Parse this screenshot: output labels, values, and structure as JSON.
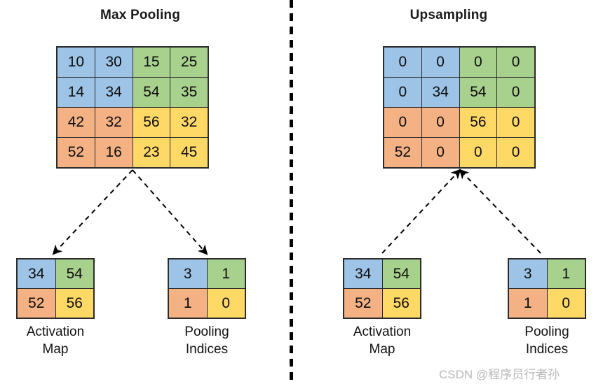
{
  "panels": {
    "left": {
      "title": "Max Pooling"
    },
    "right": {
      "title": "Upsampling"
    }
  },
  "colors": {
    "blue": "#9DC3E6",
    "green": "#A9D18E",
    "orange": "#F4B183",
    "yellow": "#FFD966",
    "border": "#2B2B2B",
    "text": "#0D0D0D",
    "watermark": "#B9B9B9"
  },
  "matrices": {
    "pool_input": {
      "rows": 4,
      "cols": 4,
      "values": [
        [
          "10",
          "30",
          "15",
          "25"
        ],
        [
          "14",
          "34",
          "54",
          "35"
        ],
        [
          "42",
          "32",
          "56",
          "32"
        ],
        [
          "52",
          "16",
          "23",
          "45"
        ]
      ],
      "quadrant_colors": [
        [
          "blue",
          "blue",
          "green",
          "green"
        ],
        [
          "blue",
          "blue",
          "green",
          "green"
        ],
        [
          "orange",
          "orange",
          "yellow",
          "yellow"
        ],
        [
          "orange",
          "orange",
          "yellow",
          "yellow"
        ]
      ]
    },
    "upsample_output": {
      "rows": 4,
      "cols": 4,
      "values": [
        [
          "0",
          "0",
          "0",
          "0"
        ],
        [
          "0",
          "34",
          "54",
          "0"
        ],
        [
          "0",
          "0",
          "56",
          "0"
        ],
        [
          "52",
          "0",
          "0",
          "0"
        ]
      ],
      "quadrant_colors": [
        [
          "blue",
          "blue",
          "green",
          "green"
        ],
        [
          "blue",
          "blue",
          "green",
          "green"
        ],
        [
          "orange",
          "orange",
          "yellow",
          "yellow"
        ],
        [
          "orange",
          "orange",
          "yellow",
          "yellow"
        ]
      ]
    },
    "activation_map": {
      "rows": 2,
      "cols": 2,
      "values": [
        [
          "34",
          "54"
        ],
        [
          "52",
          "56"
        ]
      ],
      "quadrant_colors": [
        [
          "blue",
          "green"
        ],
        [
          "orange",
          "yellow"
        ]
      ]
    },
    "pooling_indices": {
      "rows": 2,
      "cols": 2,
      "values": [
        [
          "3",
          "1"
        ],
        [
          "1",
          "0"
        ]
      ],
      "quadrant_colors": [
        [
          "blue",
          "green"
        ],
        [
          "orange",
          "yellow"
        ]
      ]
    }
  },
  "captions": {
    "activation_map_line1": "Activation",
    "activation_map_line2": "Map",
    "pooling_indices_line1": "Pooling",
    "pooling_indices_line2": "Indices"
  },
  "watermark": "CSDN @程序员行者孙"
}
